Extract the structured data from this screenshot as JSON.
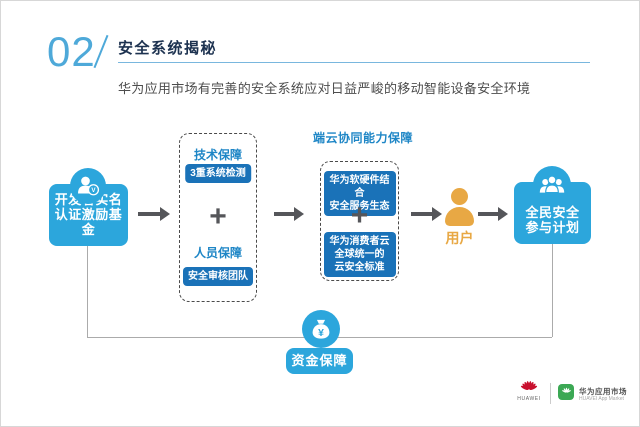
{
  "colors": {
    "accent_blue": "#2CA6DC",
    "badge_blue": "#1A72B8",
    "label_blue": "#1E86C6",
    "header_number_blue": "#4EA9D9",
    "title_navy": "#1D3250",
    "arrow_gray": "#55565A",
    "user_orange": "#E8A844",
    "huawei_red": "#C8102E",
    "gallery_green": "#3BA854"
  },
  "header": {
    "number": "02",
    "title": "安全系统揭秘",
    "subtitle": "华为应用市场有完善的安全系统应对日益严峻的移动智能设备安全环境"
  },
  "flow": {
    "developer_box": {
      "line1": "开发者实名",
      "line2": "认证激励基金",
      "badge_letter": "V"
    },
    "tech_group": {
      "top_label": "技术保障",
      "top_badge": "3重系统检测",
      "plus": "+",
      "bottom_label": "人员保障",
      "bottom_badge": "安全审核团队"
    },
    "cloud_group": {
      "title": "端云协同能力保障",
      "top_badge_line1": "华为软硬件结合",
      "top_badge_line2": "安全服务生态",
      "plus": "+",
      "bottom_badge_line1": "华为消费者云",
      "bottom_badge_line2": "全球统一的",
      "bottom_badge_line3": "云安全标准"
    },
    "user": {
      "label": "用户"
    },
    "public_box": {
      "line1": "全民安全",
      "line2": "参与计划"
    },
    "fund": {
      "label": "资金保障",
      "symbol": "¥"
    }
  },
  "footer": {
    "huawei_wordmark": "HUAWEI",
    "gallery_name": "华为应用市场",
    "gallery_sub": "HUAVEI App Market"
  }
}
